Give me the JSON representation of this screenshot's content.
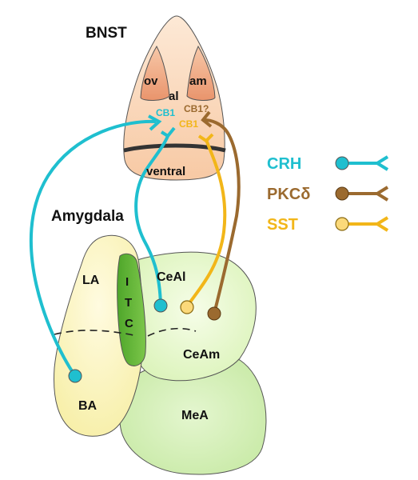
{
  "bnst": {
    "title": "BNST",
    "ov": "ov",
    "am": "am",
    "al": "al",
    "ventral": "ventral",
    "cb1_crh": "CB1",
    "cb1_pkc": "CB1?",
    "cb1_sst": "CB1"
  },
  "amygdala": {
    "title": "Amygdala",
    "la": "LA",
    "ba": "BA",
    "itc": [
      "I",
      "T",
      "C"
    ],
    "ceal": "CeAl",
    "ceam": "CeAm",
    "mea": "MeA"
  },
  "legend": [
    {
      "label": "CRH",
      "color": "#1fbfcf"
    },
    {
      "label": "PKCδ",
      "color": "#9b6a2f"
    },
    {
      "label": "SST",
      "color": "#f2b619"
    }
  ]
}
